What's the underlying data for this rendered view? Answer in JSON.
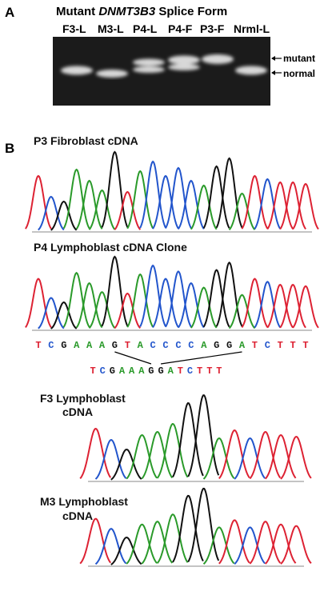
{
  "panelA": {
    "letter": "A",
    "title_prefix": "Mutant ",
    "title_gene": "DNMT3B3",
    "title_suffix": " Splice Form",
    "lanes": [
      "F3-L",
      "M3-L",
      "P4-L",
      "P4-F",
      "P3-F",
      "Nrml-L"
    ],
    "band_labels": {
      "mutant": "mutant",
      "normal": "normal"
    }
  },
  "panelB": {
    "letter": "B",
    "traces": [
      {
        "title": "P3 Fibroblast cDNA"
      },
      {
        "title": "P4 Lymphoblast cDNA Clone"
      },
      {
        "title_line1": "F3 Lymphoblast",
        "title_line2": "cDNA"
      },
      {
        "title_line1": "M3 Lymphoblast",
        "title_line2": "cDNA"
      }
    ],
    "sequence_long": [
      "T",
      "C",
      "G",
      "A",
      "A",
      "A",
      "G",
      "T",
      "A",
      "C",
      "C",
      "C",
      "C",
      "A",
      "G",
      "G",
      "A",
      "T",
      "C",
      "T",
      "T",
      "T"
    ],
    "sequence_short": [
      "T",
      "C",
      "G",
      "A",
      "A",
      "A",
      "G",
      "G",
      "A",
      "T",
      "C",
      "T",
      "T",
      "T"
    ],
    "base_colors": {
      "A": "#2a9a2a",
      "C": "#2255cc",
      "G": "#111111",
      "T": "#dd2233"
    }
  }
}
